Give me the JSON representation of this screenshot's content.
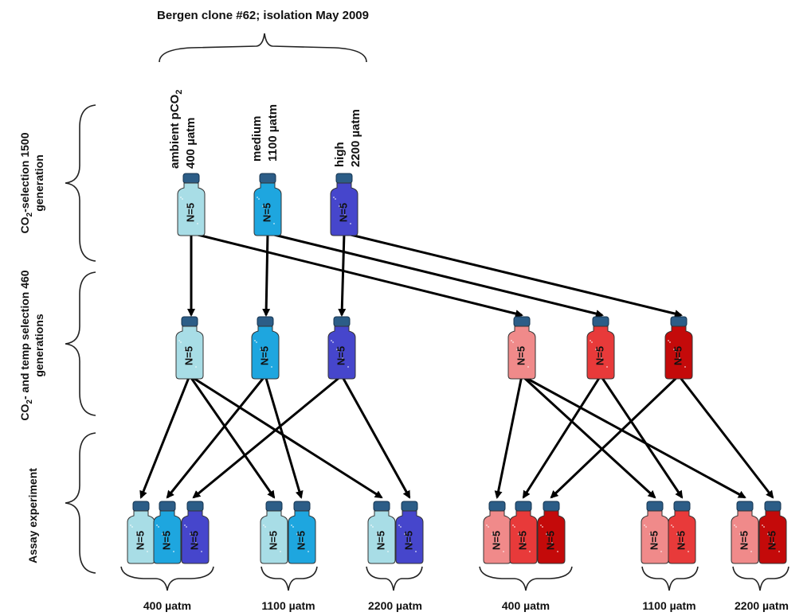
{
  "title": "Bergen clone #62; isolation May 2009",
  "row_labels": {
    "selection_1500": {
      "line1": "CO",
      "sub": "2",
      "line1_rest": "-selection 1500",
      "line2": "generation"
    },
    "selection_460": {
      "line1": "CO",
      "sub": "2",
      "line1_rest": "- and temp selection 460",
      "line2": "generations"
    },
    "assay": {
      "line1": "Assay experiment"
    }
  },
  "top_labels": [
    {
      "line1": "ambient  pCO",
      "sub": "2",
      "line2": "400 µatm"
    },
    {
      "line1": "medium",
      "line2": "1100 µatm"
    },
    {
      "line1": "high",
      "line2": "2200 µatm"
    }
  ],
  "bottle_label": "N=5",
  "group_labels": [
    "400 µatm",
    "1100 µatm",
    "2200 µatm",
    "400 µatm",
    "1100 µatm",
    "2200 µatm"
  ],
  "colors": {
    "light_blue": "#a8dde6",
    "mid_blue": "#1ea6df",
    "dark_blue": "#4646cc",
    "light_red": "#f08a8a",
    "mid_red": "#e83a3a",
    "dark_red": "#c40a0a",
    "cap": "#2c5d87"
  },
  "stages": {
    "top": [
      "light_blue",
      "mid_blue",
      "dark_blue"
    ],
    "middle": [
      "light_blue",
      "mid_blue",
      "dark_blue",
      "light_red",
      "mid_red",
      "dark_red"
    ],
    "bottom": [
      [
        "light_blue",
        "mid_blue",
        "dark_blue"
      ],
      [
        "light_blue",
        "mid_blue"
      ],
      [
        "light_blue",
        "dark_blue"
      ],
      [
        "light_red",
        "mid_red",
        "dark_red"
      ],
      [
        "light_red",
        "mid_red"
      ],
      [
        "light_red",
        "dark_red"
      ]
    ]
  }
}
